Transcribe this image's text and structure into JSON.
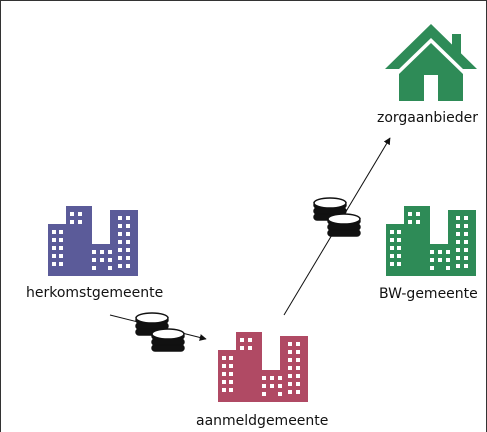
{
  "nodes": {
    "zorgaanbieder": {
      "label": "zorgaanbieder",
      "icon": "house-icon"
    },
    "herkomstgemeente": {
      "label": "herkomstgemeente",
      "icon": "buildings-icon"
    },
    "bw_gemeente": {
      "label": "BW-gemeente",
      "icon": "buildings-icon"
    },
    "aanmeldgemeente": {
      "label": "aanmeldgemeente",
      "icon": "buildings-icon"
    }
  },
  "edges": [
    {
      "from": "herkomstgemeente",
      "to": "aanmeldgemeente",
      "icon": "coins-icon"
    },
    {
      "from": "aanmeldgemeente",
      "to": "zorgaanbieder",
      "icon": "coins-icon"
    }
  ],
  "colors": {
    "herkomst": "#5b5b99",
    "bw": "#2e8b57",
    "aanmeld": "#b04a64",
    "house": "#2e8b57",
    "coins": "#111111",
    "arrow": "#111111",
    "border": "#333333"
  }
}
